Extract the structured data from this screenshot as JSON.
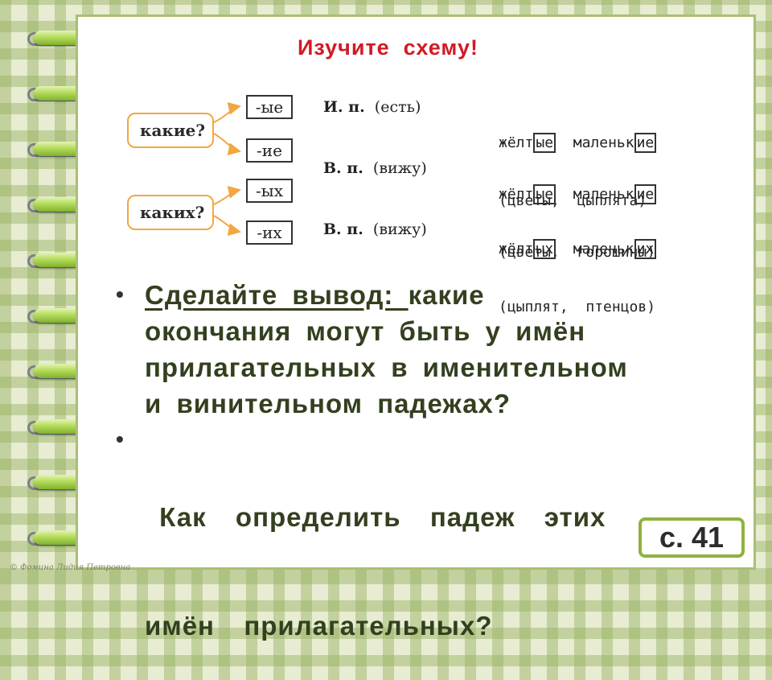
{
  "title": "Изучите  схему!",
  "scheme": {
    "questions": [
      "какие?",
      "каких?"
    ],
    "endings": [
      "-ые",
      "-ие",
      "-ых",
      "-их"
    ],
    "cases": [
      {
        "abbr": "И. п.",
        "note": "(есть)"
      },
      {
        "abbr": "В. п.",
        "note": "(вижу)"
      },
      {
        "abbr": "В. п.",
        "note": "(вижу)"
      }
    ],
    "examples": [
      {
        "w1_stem": "жёлт",
        "w1_end": "ые",
        "w2_stem": "маленьк",
        "w2_end": "ие",
        "nouns": "(цветы,  цыплята)"
      },
      {
        "w1_stem": "жёлт",
        "w1_end": "ые",
        "w2_stem": "маленьк",
        "w2_end": "ие",
        "nouns": "(цветы,  горошины)"
      },
      {
        "w1_stem": "жёлт",
        "w1_end": "ых",
        "w2_stem": "маленьк",
        "w2_end": "их",
        "nouns": "(цыплят,  птенцов)"
      }
    ]
  },
  "bullets": [
    {
      "underlined": "Сделайте  вывод: ",
      "line1_rest": "какие",
      "lines": [
        "окончания  могут  быть  у  имён",
        "прилагательных  в  именительном",
        "и  винительном  падежах?"
      ]
    },
    {
      "lines": [
        " Как  определить  падеж  этих",
        "имён  прилагательных?"
      ]
    }
  ],
  "page_ref": "с. 41",
  "signature": "© Фомина Лидия Петровна",
  "colors": {
    "title": "#d21a24",
    "text": "#33401f",
    "accent_border": "#f2a740",
    "badge_border": "#8eb23e"
  }
}
